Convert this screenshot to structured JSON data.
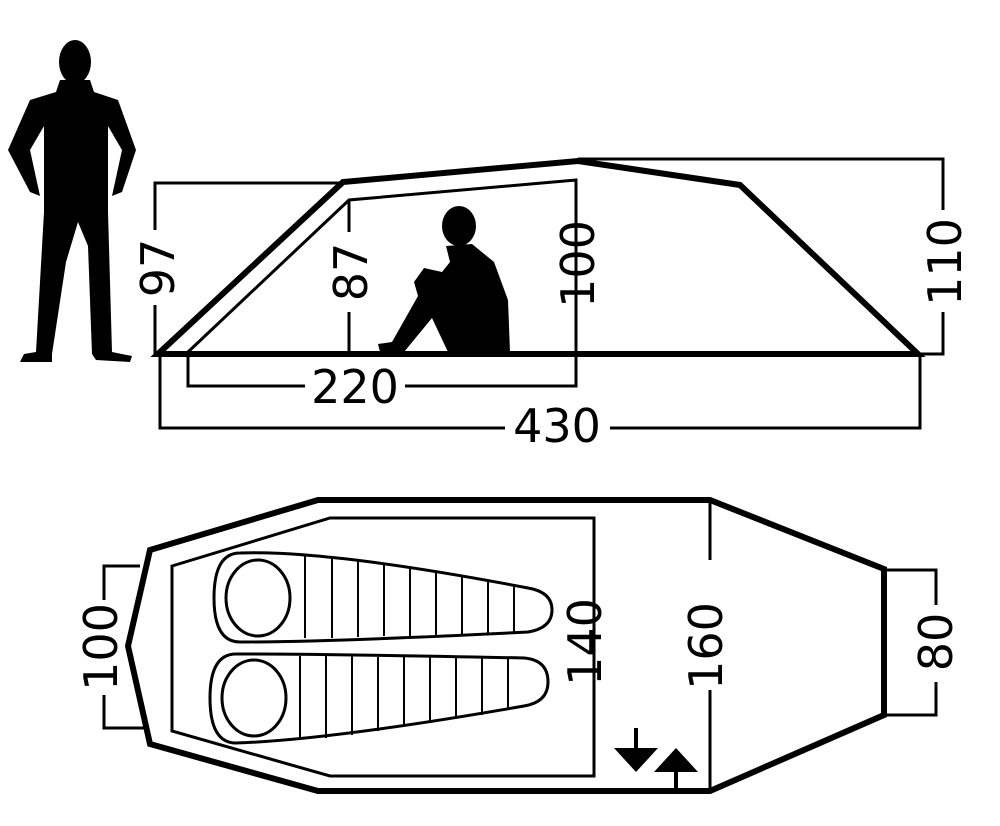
{
  "side_view": {
    "height_outer_left": "97",
    "height_inner_left": "87",
    "height_inner_peak": "100",
    "height_outer_peak": "110",
    "length_inner": "220",
    "length_outer": "430"
  },
  "top_view": {
    "width_rear": "100",
    "width_inner": "140",
    "width_vestibule": "160",
    "width_front": "80"
  },
  "icons": [
    "standing-person-icon",
    "sitting-person-icon",
    "sleeping-bag-icon",
    "door-arrows-icon"
  ],
  "colors": {
    "line": "#000000",
    "background": "#ffffff"
  }
}
